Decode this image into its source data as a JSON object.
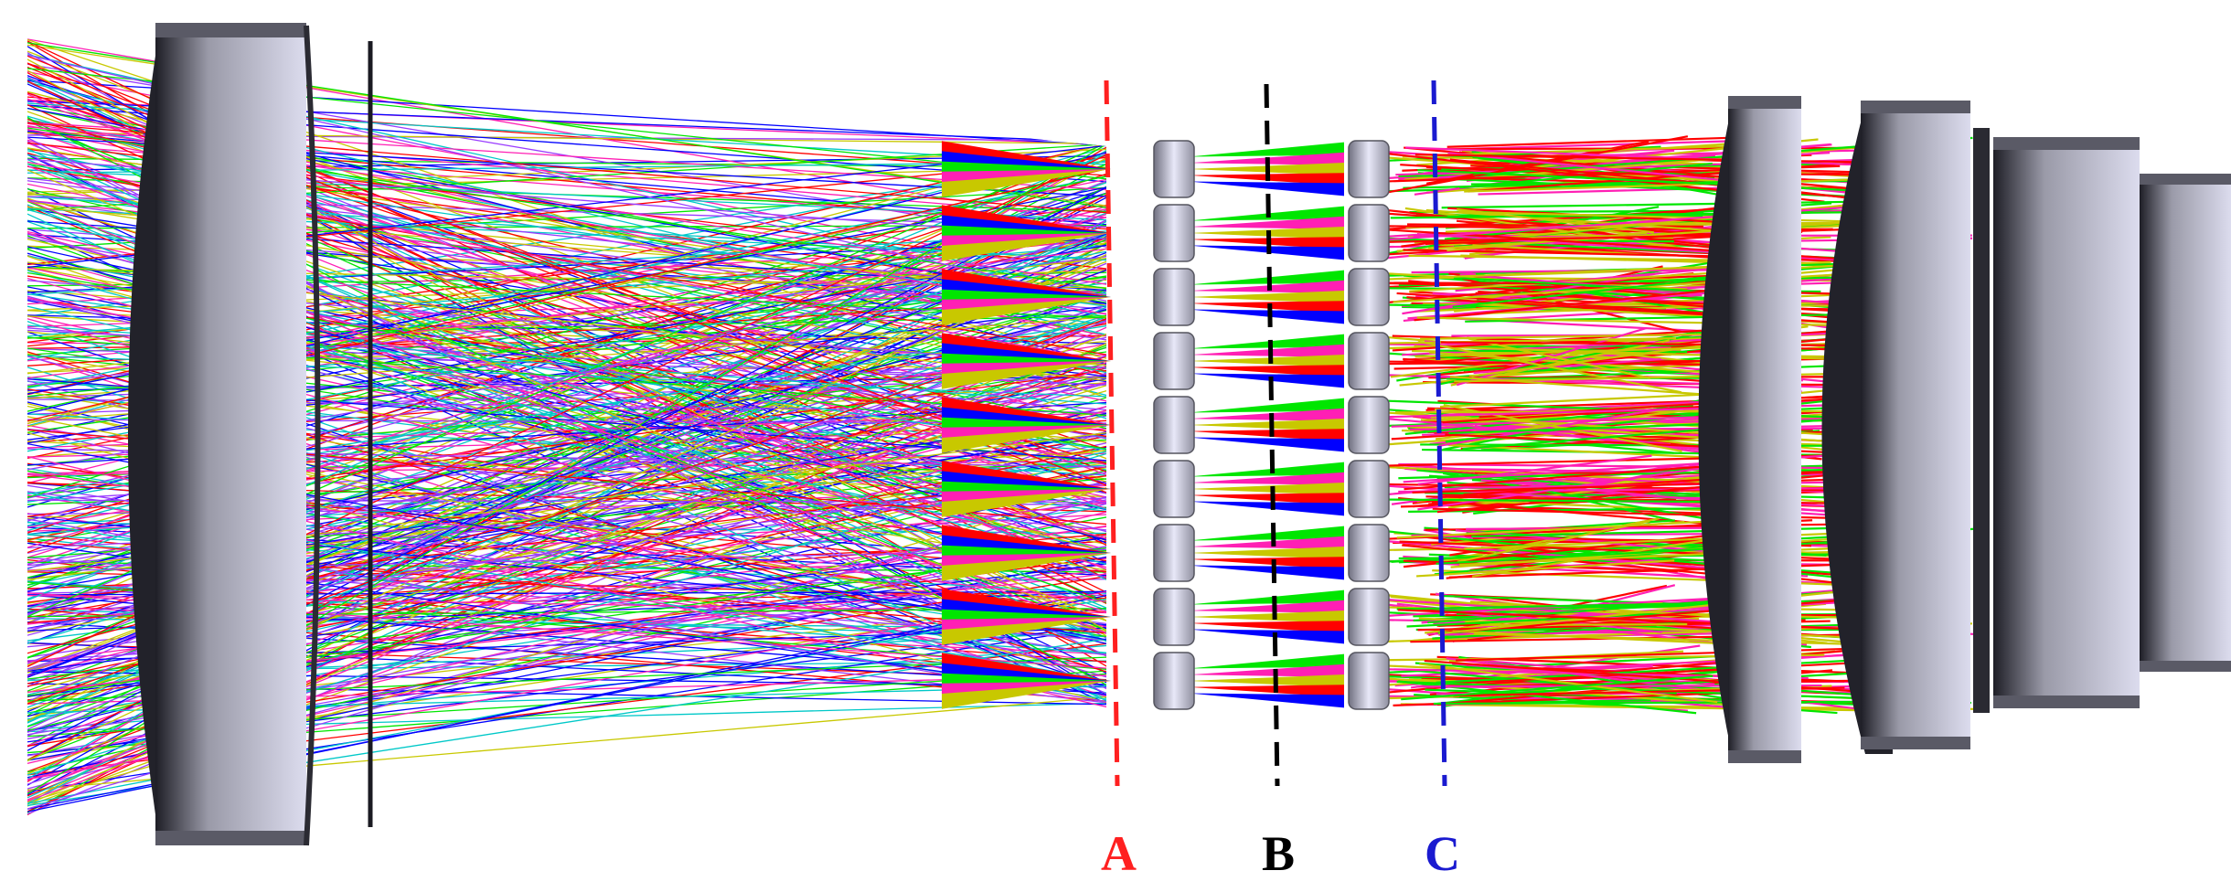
{
  "figure": {
    "ray_colors": [
      "#ff1fb4",
      "#ff0000",
      "#00e600",
      "#c8c800",
      "#0000ff",
      "#9a3cff",
      "#00c8c8"
    ],
    "lens_colors": {
      "dark": "#2b2b33",
      "mid": "#8c8c98",
      "light": "#dcdcf0"
    },
    "microlens_rows": 9,
    "planes": [
      {
        "id": "A",
        "label": "A",
        "color": "#ff2020"
      },
      {
        "id": "B",
        "label": "B",
        "color": "#000000"
      },
      {
        "id": "C",
        "label": "C",
        "color": "#1a1ad0"
      }
    ]
  }
}
